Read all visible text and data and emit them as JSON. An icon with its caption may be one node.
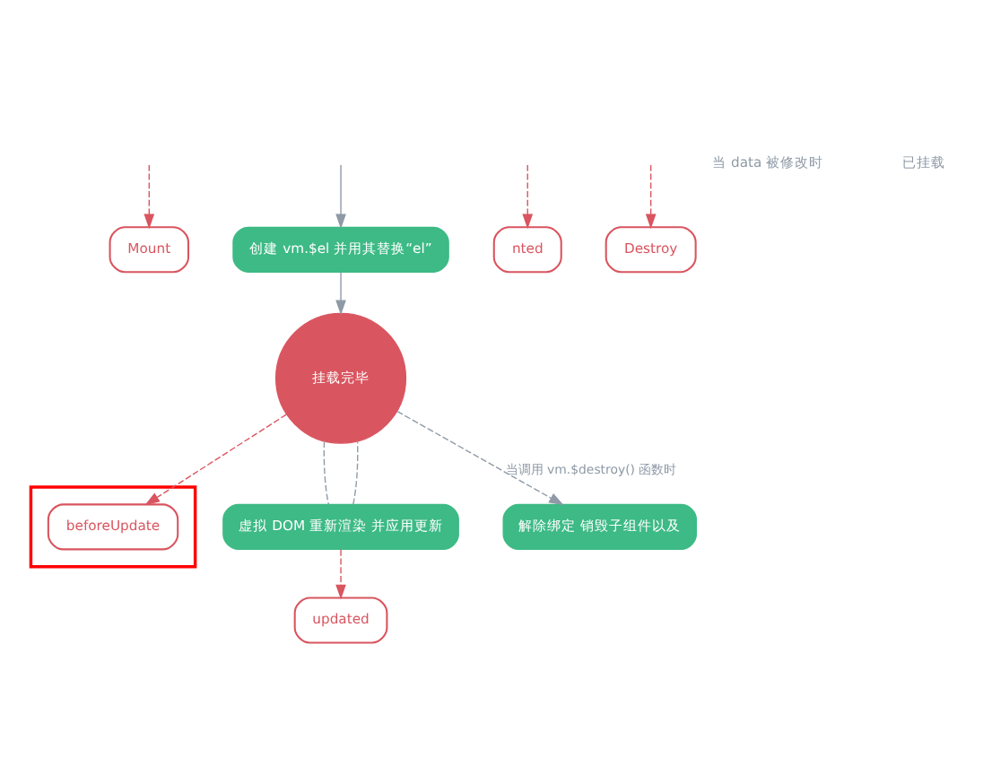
{
  "diagram": {
    "nodes": [
      {
        "text": [
          "Mount"
        ]
      },
      {
        "text": [
          "创建 vm.$el 并用其替换“el”"
        ]
      },
      {
        "text": [
          "nted"
        ]
      },
      {
        "text": [],
        "shape": "box"
      },
      {
        "text": [
          "beforeUpdate"
        ],
        "in": 3
      },
      {
        "text": [
          "挂载完毕"
        ]
      },
      {
        "text": [
          "虚拟 DOM 重新渲染 并应用更新"
        ]
      },
      {
        "text": [
          "updated"
        ]
      },
      {
        "text": [
          "Destroy"
        ]
      },
      {
        "text": [
          "解除绑定 销毁子组件以及"
        ]
      }
    ],
    "edges": [
      {
        "from": null,
        "to": 1,
        "arrow": "to"
      },
      {
        "from": null,
        "to": 0,
        "arrow": "to",
        "style": "dashed",
        "color": "#d9555f"
      },
      {
        "from": 1,
        "to": 5,
        "arrow": "to"
      },
      {
        "from": null,
        "to": 2,
        "arrow": "to",
        "style": "dashed",
        "color": "#d9555f"
      },
      {
        "from": 5,
        "to": 4,
        "arrow": "to",
        "style": "dashed",
        "color": "#d9555f"
      },
      {
        "from": 5,
        "to": 6,
        "arrow": "none",
        "style": "dashed"
      },
      {
        "from": 6,
        "to": 5,
        "arrow": "none",
        "style": "dashed"
      },
      {
        "from": 6,
        "to": 7,
        "arrow": "to",
        "style": "dashed",
        "color": "#d9555f"
      },
      {
        "from": 5,
        "to": 9,
        "arrow": "to",
        "style": "dashed",
        "label": "当调用 vm.$destroy() 函数时"
      },
      {
        "from": null,
        "to": 8,
        "arrow": "to",
        "style": "dashed",
        "color": "#d9555f"
      }
    ],
    "labels": [
      "当 data 被修改时",
      "已挂载"
    ]
  }
}
